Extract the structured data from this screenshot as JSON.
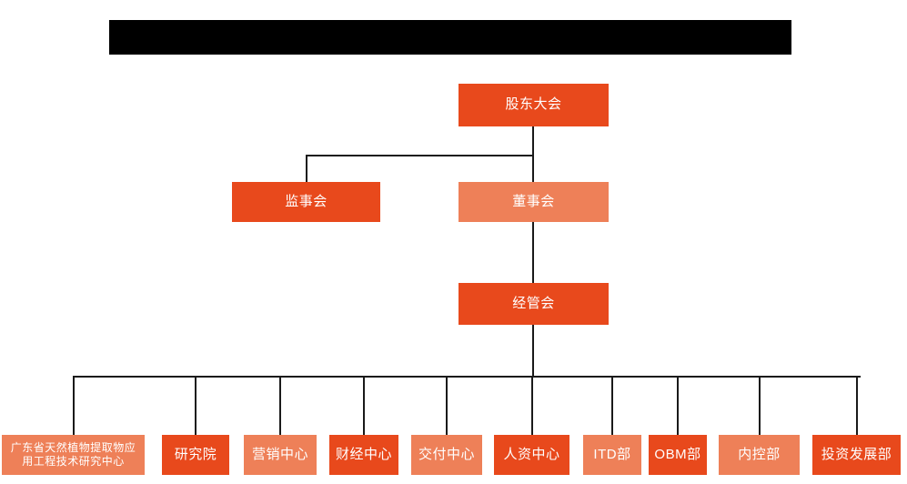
{
  "header": {
    "redacted_bar": true
  },
  "theme": {
    "color_primary_dark": "#e8491c",
    "color_primary_light": "#ee8058",
    "color_connector": "#1a1a1a",
    "color_background": "#ffffff",
    "color_text": "#ffffff",
    "color_redaction": "#000000"
  },
  "nodes": {
    "shareholders_meeting": {
      "label": "股东大会",
      "shade": "dark"
    },
    "board_of_supervisors": {
      "label": "监事会",
      "shade": "dark"
    },
    "board_of_directors": {
      "label": "董事会",
      "shade": "light"
    },
    "management_committee": {
      "label": "经管会",
      "shade": "dark"
    }
  },
  "departments": [
    {
      "label": "广东省天然植物提取物应\n用工程技术研究中心",
      "shade": "light",
      "font_size": 12
    },
    {
      "label": "研究院",
      "shade": "dark",
      "font_size": 15
    },
    {
      "label": "营销中心",
      "shade": "light",
      "font_size": 15
    },
    {
      "label": "财经中心",
      "shade": "dark",
      "font_size": 15
    },
    {
      "label": "交付中心",
      "shade": "light",
      "font_size": 15
    },
    {
      "label": "人资中心",
      "shade": "dark",
      "font_size": 15
    },
    {
      "label": "ITD部",
      "shade": "light",
      "font_size": 15
    },
    {
      "label": "OBM部",
      "shade": "dark",
      "font_size": 15
    },
    {
      "label": "内控部",
      "shade": "light",
      "font_size": 15
    },
    {
      "label": "投资发展部",
      "shade": "dark",
      "font_size": 15
    }
  ]
}
